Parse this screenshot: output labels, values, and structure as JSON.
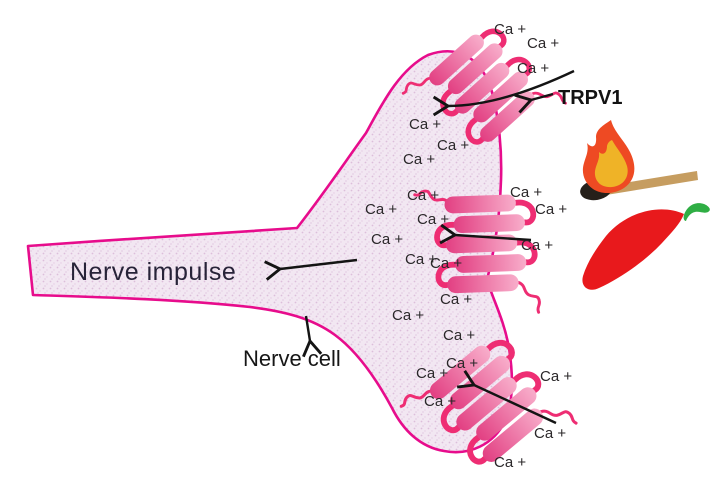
{
  "diagram": {
    "labels": {
      "nerve_impulse": "Nerve impulse",
      "nerve_cell": "Nerve cell",
      "receptor_name": "TRPV1",
      "ca_ion": "Ca +"
    },
    "ca_ion_instances": 24,
    "receptor_sites": 3,
    "icons": [
      "match-flame-icon",
      "chili-pepper-icon",
      "arrow-icon"
    ],
    "colors": {
      "membrane_outline": "#e70c8c",
      "cell_fill": "#f2e7f2",
      "receptor_pill_dark": "#e23f82",
      "receptor_pill_light": "#f8aecb",
      "receptor_loop": "#ee2d73",
      "flame_outer": "#ee4a23",
      "flame_inner": "#efb327",
      "match_stick": "#c69d60",
      "match_head": "#26201a",
      "pepper_body": "#e8191c",
      "pepper_stem": "#2fae44",
      "arrow": "#141414",
      "text": "#2b282a"
    }
  }
}
